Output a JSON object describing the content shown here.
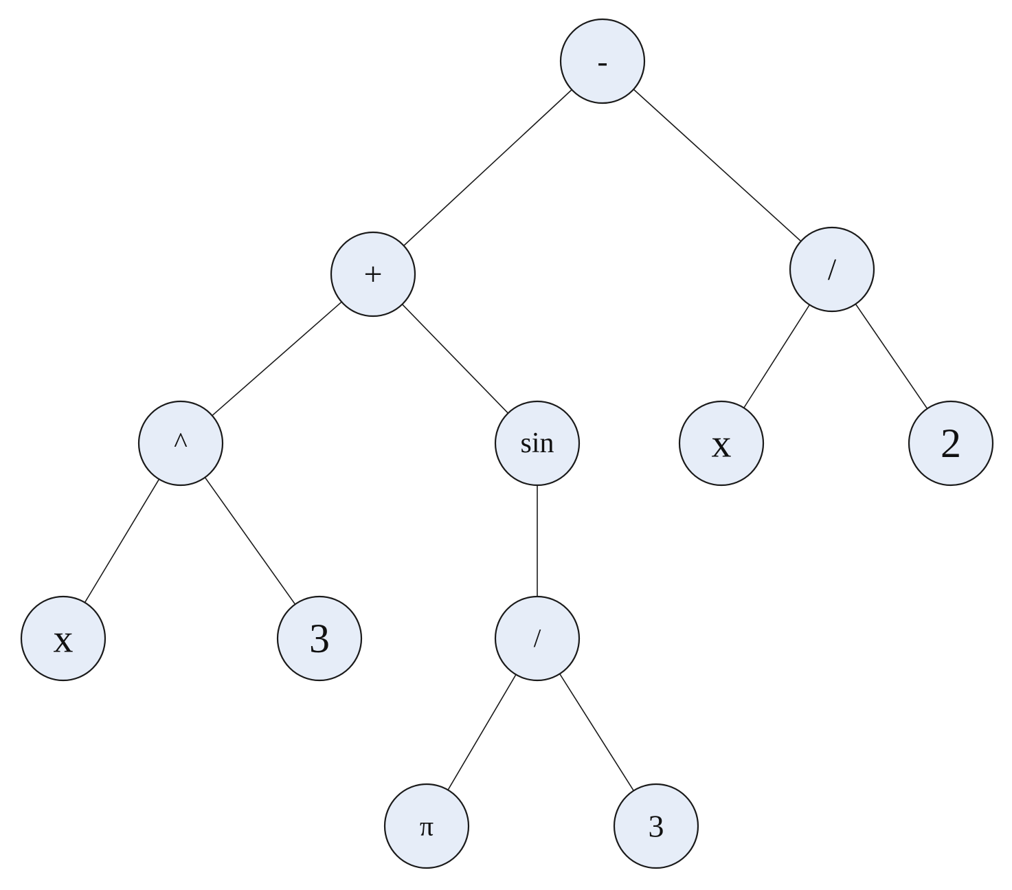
{
  "tree": {
    "nodes": [
      {
        "id": "root",
        "label": "-"
      },
      {
        "id": "plus",
        "label": "+"
      },
      {
        "id": "div-right",
        "label": "/"
      },
      {
        "id": "pow",
        "label": "^"
      },
      {
        "id": "sin",
        "label": "sin"
      },
      {
        "id": "x-right",
        "label": "x"
      },
      {
        "id": "two",
        "label": "2"
      },
      {
        "id": "x-left",
        "label": "x"
      },
      {
        "id": "three-left",
        "label": "3"
      },
      {
        "id": "div-inner",
        "label": "/"
      },
      {
        "id": "pi",
        "label": "π"
      },
      {
        "id": "three-inner",
        "label": "3"
      }
    ],
    "edges": [
      {
        "from": "root",
        "to": "plus"
      },
      {
        "from": "root",
        "to": "div-right"
      },
      {
        "from": "plus",
        "to": "pow"
      },
      {
        "from": "plus",
        "to": "sin"
      },
      {
        "from": "div-right",
        "to": "x-right"
      },
      {
        "from": "div-right",
        "to": "two"
      },
      {
        "from": "pow",
        "to": "x-left"
      },
      {
        "from": "pow",
        "to": "three-left"
      },
      {
        "from": "sin",
        "to": "div-inner"
      },
      {
        "from": "div-inner",
        "to": "pi"
      },
      {
        "from": "div-inner",
        "to": "three-inner"
      }
    ]
  }
}
